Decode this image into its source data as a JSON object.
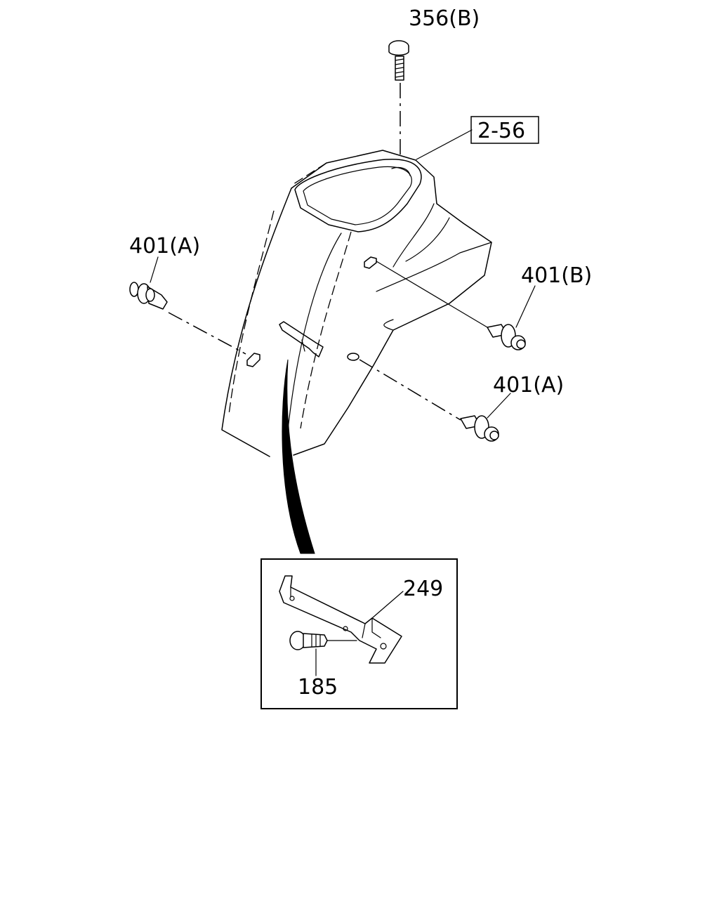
{
  "callouts": {
    "bolt_top": "356(B)",
    "cover_ref": "2-56",
    "clip_left": "401(A)",
    "clip_right_upper": "401(B)",
    "clip_right_lower": "401(A)",
    "bracket": "249",
    "bolt_bracket": "185"
  }
}
